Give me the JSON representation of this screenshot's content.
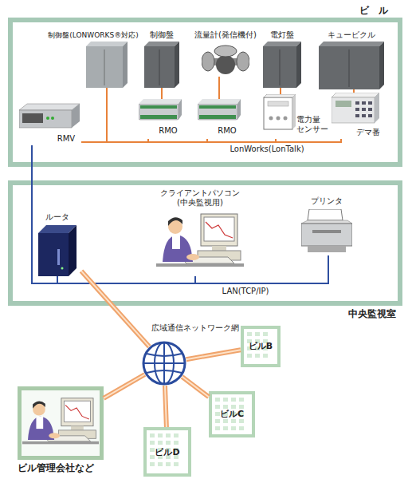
{
  "diagram": {
    "nodes": [
      {
        "text": [
          "ビル"
        ]
      },
      {
        "text": [
          "制御盤(LONWORKS®対応)"
        ],
        "in": 0
      },
      {
        "text": [
          "制御盤"
        ],
        "in": 0
      },
      {
        "text": [
          "流量計(発信機付)"
        ],
        "in": 0
      },
      {
        "text": [
          "電灯盤"
        ],
        "in": 0
      },
      {
        "text": [
          "キュービクル"
        ],
        "in": 0
      },
      {
        "text": [
          "RMV"
        ],
        "in": 0
      },
      {
        "text": [
          "RMO"
        ],
        "in": 0
      },
      {
        "text": [
          "RMO"
        ],
        "in": 0
      },
      {
        "text": [
          "電力量 センサー"
        ],
        "in": 0
      },
      {
        "text": [
          "デマ番"
        ],
        "in": 0
      },
      {
        "text": [
          "中央監視室"
        ]
      },
      {
        "text": [
          "ルータ"
        ],
        "in": 11
      },
      {
        "text": [
          "クライアントパソコン (中央監視用)"
        ],
        "in": 11
      },
      {
        "text": [
          "プリンタ"
        ],
        "in": 11
      },
      {
        "text": [
          "広域通信ネットワーク網"
        ]
      },
      {
        "text": [
          "ビルB"
        ]
      },
      {
        "text": [
          "ビルC"
        ]
      },
      {
        "text": [
          "ビルD"
        ]
      },
      {
        "text": [
          "ビル管理会社など"
        ]
      }
    ],
    "edges": [
      {
        "from": 2,
        "to": 7,
        "arrow": "none"
      },
      {
        "from": 3,
        "to": 8,
        "arrow": "none"
      },
      {
        "from": 4,
        "to": 9,
        "arrow": "none"
      },
      {
        "from": 5,
        "to": 10,
        "arrow": "none"
      },
      {
        "from": 6,
        "to": 1,
        "arrow": "none"
      },
      {
        "from": 6,
        "to": 7,
        "arrow": "none"
      },
      {
        "from": 6,
        "to": 8,
        "arrow": "none"
      },
      {
        "from": 6,
        "to": 9,
        "arrow": "none"
      },
      {
        "from": 6,
        "to": 10,
        "arrow": "none"
      },
      {
        "from": 6,
        "to": 12,
        "arrow": "none"
      },
      {
        "from": 12,
        "to": 13,
        "arrow": "none"
      },
      {
        "from": 12,
        "to": 14,
        "arrow": "none"
      },
      {
        "from": 12,
        "to": 15,
        "arrow": "none"
      },
      {
        "from": 15,
        "to": 16,
        "arrow": "none"
      },
      {
        "from": 15,
        "to": 17,
        "arrow": "none"
      },
      {
        "from": 15,
        "to": 18,
        "arrow": "none"
      },
      {
        "from": 15,
        "to": 19,
        "arrow": "none"
      }
    ],
    "labels": [
      "LonWorks(LonTalk)",
      "LAN(TCP/IP)"
    ]
  }
}
